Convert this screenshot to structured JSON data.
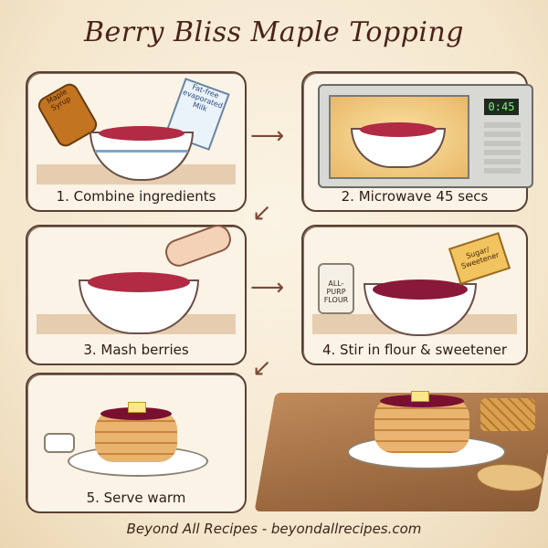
{
  "title": "Berry Bliss Maple Topping",
  "steps": [
    {
      "number": 1,
      "label": "1. Combine ingredients",
      "items": {
        "syrup": "Maple Syrup",
        "milk": "Fat-free evaporated Milk"
      }
    },
    {
      "number": 2,
      "label": "2. Microwave 45 secs",
      "items": {
        "timer": "0:45"
      }
    },
    {
      "number": 3,
      "label": "3. Mash berries"
    },
    {
      "number": 4,
      "label": "4. Stir in flour & sweetener",
      "items": {
        "flour": "ALL-PURP FLOUR",
        "packet": "Sugar/ Sweetener"
      }
    },
    {
      "number": 5,
      "label": "5. Serve warm"
    }
  ],
  "arrows": {
    "right": "⟶",
    "down_left": "↙"
  },
  "footer": "Beyond All Recipes - beyondallrecipes.com"
}
